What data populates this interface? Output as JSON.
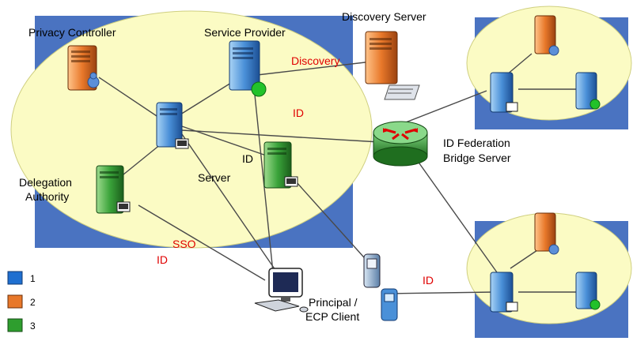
{
  "colors": {
    "blue_panel": "#4a73c1",
    "yellow_zone": "#fbfbc4",
    "server_blue": "#4a90d8",
    "server_orange": "#e8782a",
    "server_green": "#3aa33a",
    "red_text": "#e00000"
  },
  "labels": {
    "privacy_controller": "Privacy Controller",
    "service_provider": "Service Provider",
    "discovery_server": "Discovery Server",
    "delegation_authority_1": "Delegation",
    "delegation_authority_2": "Authority",
    "server": "Server",
    "federation_bridge_1": "ID Federation",
    "federation_bridge_2": "Bridge Server",
    "principal_1": "Principal /",
    "principal_2": "ECP Client"
  },
  "red_labels": {
    "discovery": "Discovery",
    "id_center": "ID",
    "id_left": "ID",
    "sso": "SSO",
    "id_sso": "ID",
    "id_phone": "ID"
  },
  "legend": [
    {
      "label": "1",
      "color": "#1f6fd0",
      "icon": "blue-square-icon"
    },
    {
      "label": "2",
      "color": "#e8782a",
      "icon": "orange-square-icon"
    },
    {
      "label": "3",
      "color": "#2e9e2e",
      "icon": "green-square-icon"
    }
  ]
}
